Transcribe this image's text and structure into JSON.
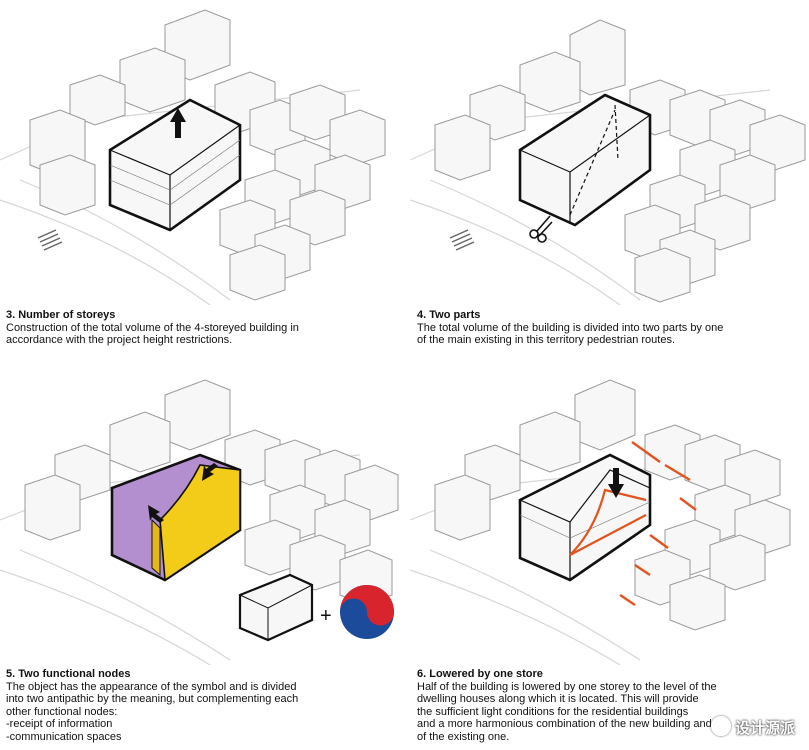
{
  "panels": [
    {
      "title": "3. Number of storeys",
      "lines": [
        "Construction of the total volume of the 4-storeyed building in",
        "accordance with the project height restrictions."
      ]
    },
    {
      "title": "4. Two parts",
      "lines": [
        "The total volume of the building is divided into two parts by one",
        "of the main existing in this territory pedestrian routes."
      ]
    },
    {
      "title": "5. Two functional nodes",
      "lines": [
        "The object has the appearance of the symbol and is divided",
        "into two antipathic by the meaning, but complementing each",
        "other functional nodes:",
        "-receipt of information",
        "-communication spaces"
      ]
    },
    {
      "title": "6. Lowered by one store",
      "lines": [
        "Half of the building is lowered by one storey to the level of the",
        "dwelling houses along which it is located. This will provide",
        "the sufficient light conditions for the residential buildings",
        "and a more harmonious combination of the new building and",
        "of the existing one."
      ]
    }
  ],
  "symbols": {
    "plus": "+"
  },
  "watermark": {
    "text": "设计源派"
  },
  "colors": {
    "outline": "#111111",
    "building_fill": "#f7f7f7",
    "purple": "#b48fcf",
    "yellow": "#f3cc1a",
    "red_accent": "#e2541d",
    "taeguk_red": "#d8242c",
    "taeguk_blue": "#1b4b9a"
  },
  "icons": [
    "arrow-up-icon",
    "scissors-icon",
    "arrow-diagonal-icon",
    "arrow-down-icon",
    "taeguk-symbol-icon"
  ]
}
